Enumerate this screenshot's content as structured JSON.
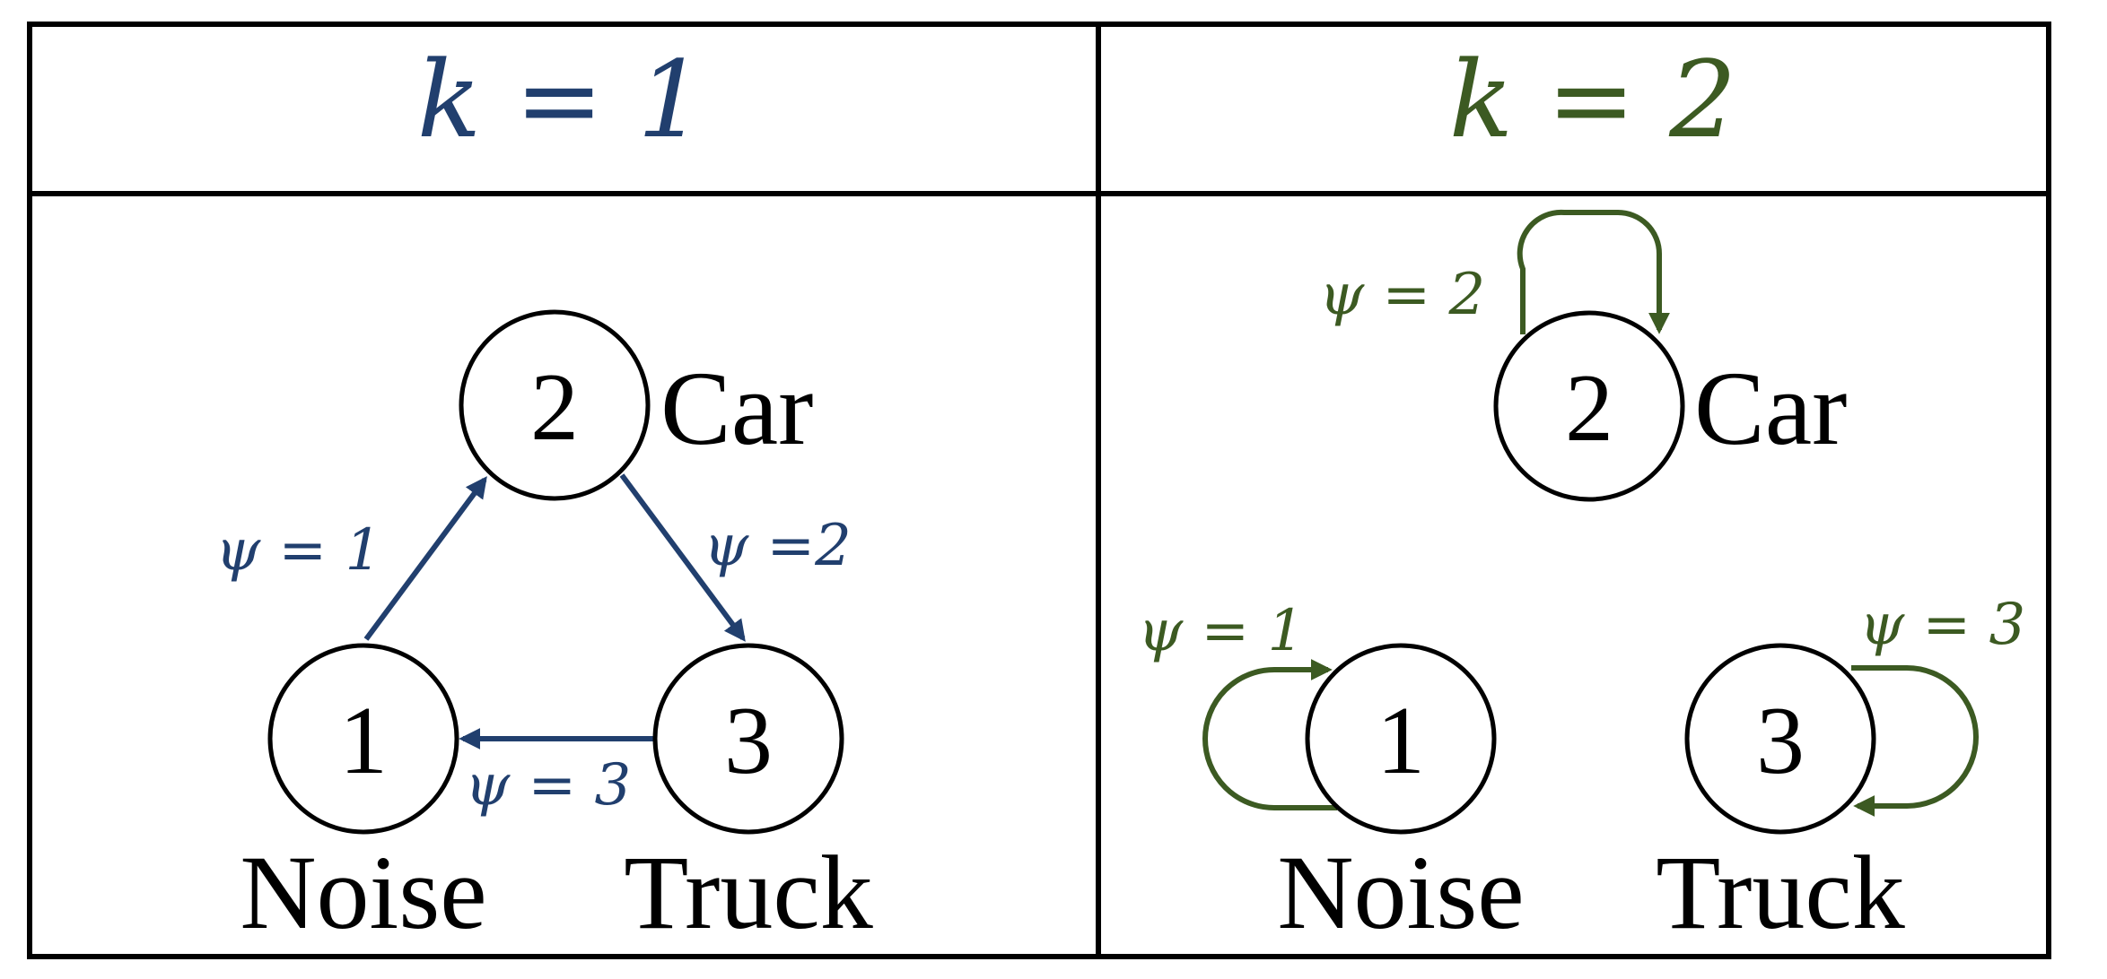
{
  "colors": {
    "blue": "#213f6e",
    "green": "#3c5a22",
    "node_stroke": "#000000"
  },
  "left_panel": {
    "header": "k = 1",
    "nodes": {
      "car": {
        "number": "2",
        "label": "Car"
      },
      "noise": {
        "number": "1",
        "label": "Noise"
      },
      "truck": {
        "number": "3",
        "label": "Truck"
      }
    },
    "edges": {
      "noise_to_car": {
        "label": "ψ = 1"
      },
      "car_to_truck": {
        "label": "ψ =2"
      },
      "truck_to_noise": {
        "label": "ψ = 3"
      }
    }
  },
  "right_panel": {
    "header": "k = 2",
    "nodes": {
      "car": {
        "number": "2",
        "label": "Car"
      },
      "noise": {
        "number": "1",
        "label": "Noise"
      },
      "truck": {
        "number": "3",
        "label": "Truck"
      }
    },
    "edges": {
      "car_self": {
        "label": "ψ = 2"
      },
      "noise_self": {
        "label": "ψ = 1"
      },
      "truck_self": {
        "label": "ψ = 3"
      }
    }
  }
}
